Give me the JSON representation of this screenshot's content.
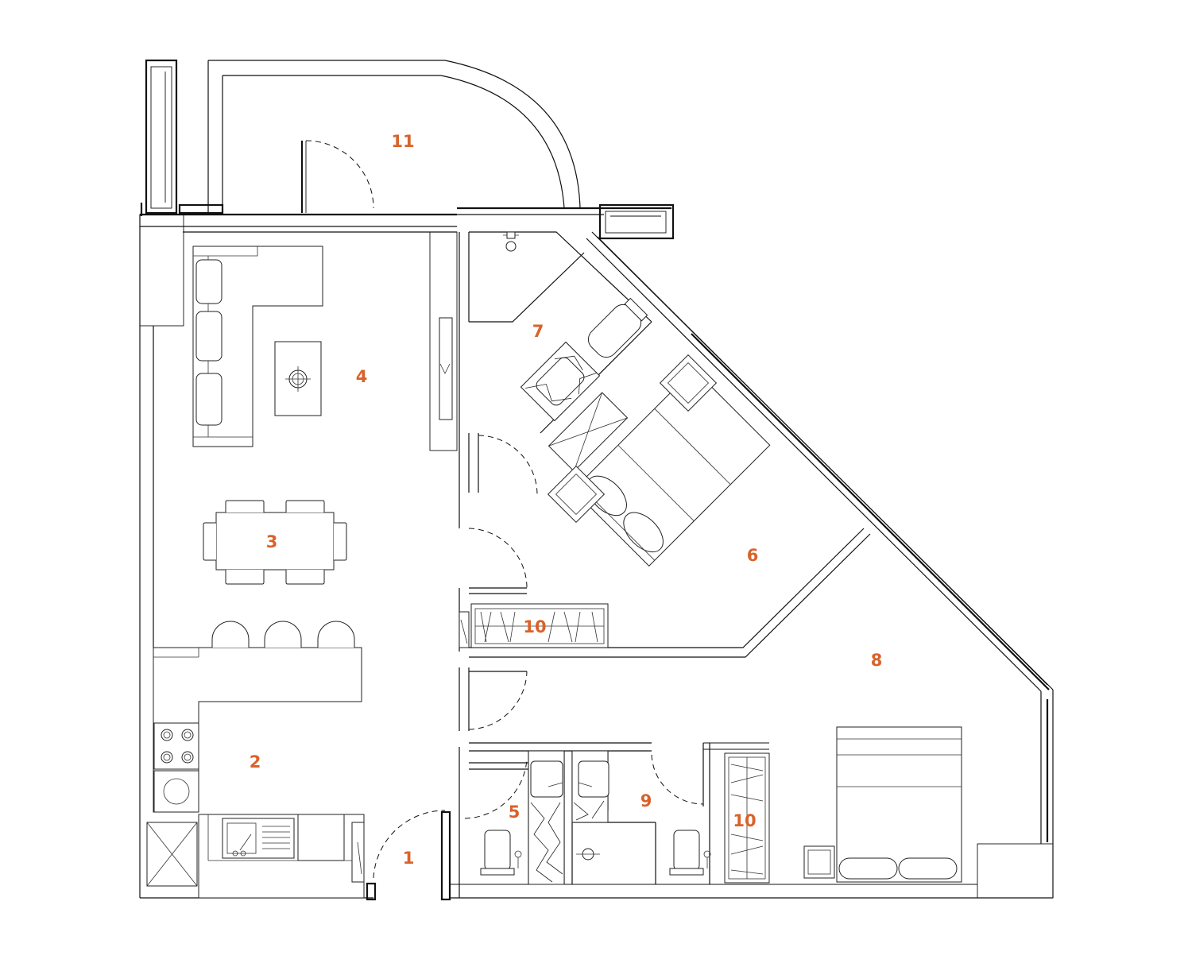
{
  "colors": {
    "label": "#d9622b",
    "line": "#111111",
    "background": "#ffffff"
  },
  "rooms": [
    {
      "id": "r1",
      "label": "1"
    },
    {
      "id": "r2",
      "label": "2"
    },
    {
      "id": "r3",
      "label": "3"
    },
    {
      "id": "r4",
      "label": "4"
    },
    {
      "id": "r5",
      "label": "5"
    },
    {
      "id": "r6",
      "label": "6"
    },
    {
      "id": "r7",
      "label": "7"
    },
    {
      "id": "r8",
      "label": "8"
    },
    {
      "id": "r9",
      "label": "9"
    },
    {
      "id": "r10a",
      "label": "10"
    },
    {
      "id": "r10b",
      "label": "10"
    },
    {
      "id": "r11",
      "label": "11"
    }
  ]
}
